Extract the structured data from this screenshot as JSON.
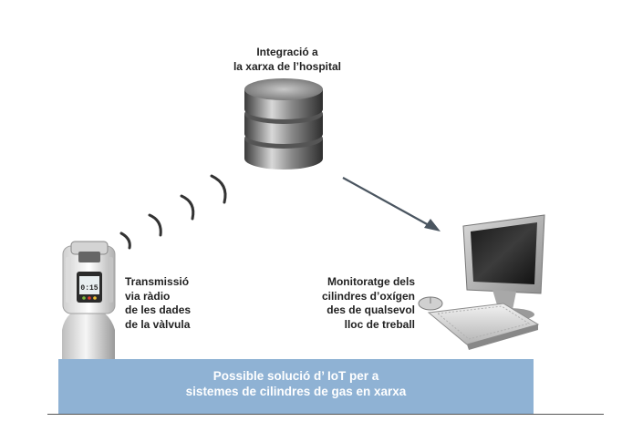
{
  "diagram": {
    "integration_label": "Integració a\nla xarxa de l’hospital",
    "transmission_label": "Transmissió\nvia ràdio\nde les dades\nde la vàlvula",
    "monitoring_label": "Monitoratge dels\ncilindres d’oxígen\ndes de qualsevol\nlloc de treball",
    "banner_text": "Possible solució d’ IoT per a\nsistemes de cilindres de gas en xarxa",
    "valve_display": "0:15",
    "colors": {
      "banner": "#8fb2d4",
      "arrow": "#4a5560"
    },
    "icons": [
      "database-icon",
      "wireless-signal-icon",
      "oxygen-cylinder-valve-icon",
      "computer-workstation-icon",
      "arrow-icon"
    ]
  }
}
